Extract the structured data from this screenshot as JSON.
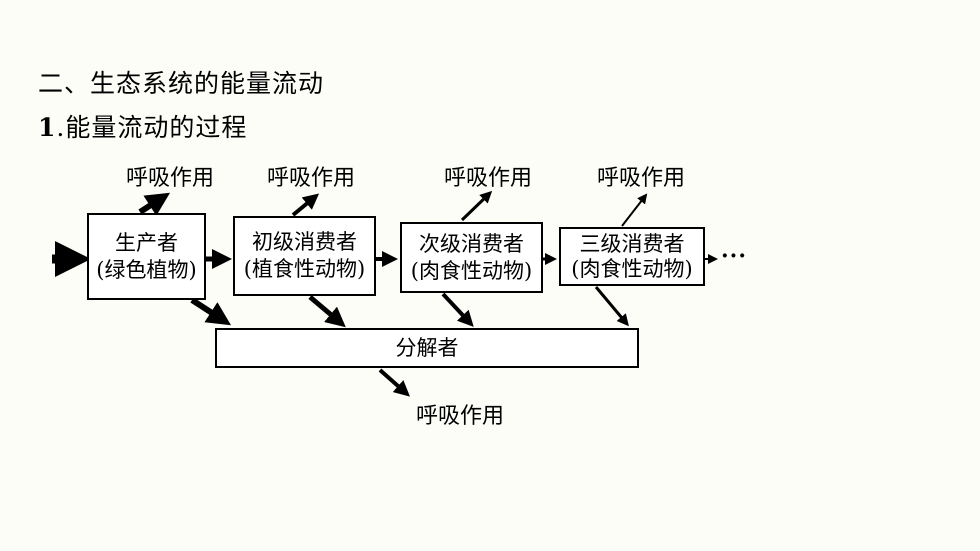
{
  "section_title": "二、生态系统的能量流动",
  "subsection": {
    "number": "1",
    "title": ".能量流动的过程"
  },
  "diagram": {
    "respiration_label": "呼吸作用",
    "producer": {
      "line1": "生产者",
      "line2": "(绿色植物)"
    },
    "primary_consumer": {
      "line1": "初级消费者",
      "line2": "(植食性动物)"
    },
    "secondary_consumer": {
      "line1": "次级消费者",
      "line2": "(肉食性动物)"
    },
    "tertiary_consumer": {
      "line1": "三级消费者",
      "line2": "(肉食性动物)"
    },
    "decomposer": "分解者",
    "continuation": "···"
  }
}
